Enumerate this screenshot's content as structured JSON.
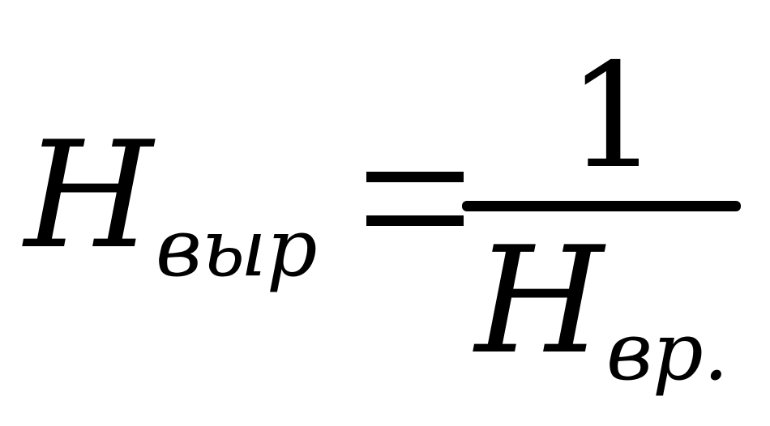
{
  "formula": {
    "lhs": {
      "symbol": "H",
      "subscript": "выр"
    },
    "equals": "=",
    "numerator": "1",
    "denominator": {
      "symbol": "H",
      "subscript": "вр."
    }
  },
  "colors": {
    "background": "#ffffff",
    "ink": "#000000"
  }
}
